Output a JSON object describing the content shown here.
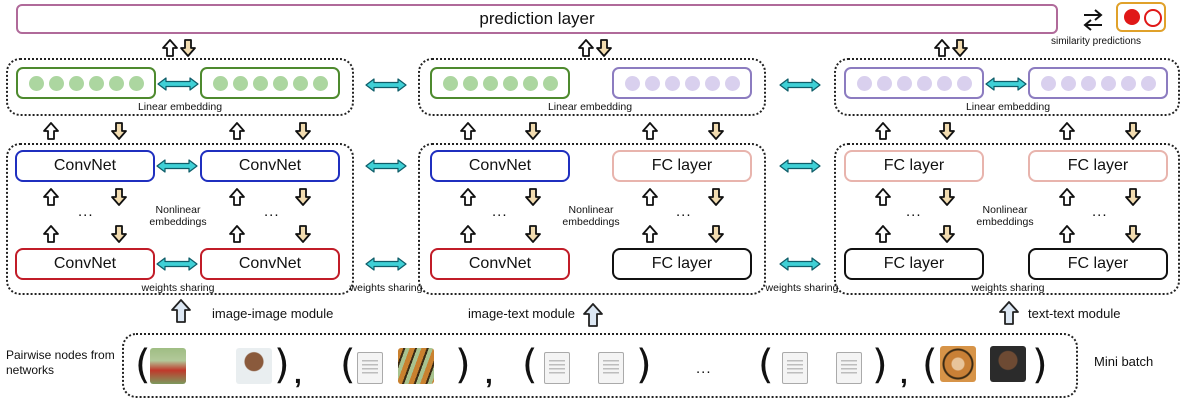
{
  "prediction_layer": "prediction layer",
  "similarity_predictions": "similarity predictions",
  "modules": {
    "left": {
      "embedding_label": "Linear embedding",
      "top_a": "ConvNet",
      "top_b": "ConvNet",
      "bottom_a": "ConvNet",
      "bottom_b": "ConvNet",
      "middle_label": "Nonlinear\nembeddings",
      "weights_label": "weights sharing",
      "module_label": "image-image module"
    },
    "middle": {
      "embedding_label": "Linear embedding",
      "top_a": "ConvNet",
      "top_b": "FC layer",
      "bottom_a": "ConvNet",
      "bottom_b": "FC layer",
      "middle_label": "Nonlinear\nembeddings",
      "module_label": "image-text module"
    },
    "right": {
      "embedding_label": "Linear embedding",
      "top_a": "FC layer",
      "top_b": "FC layer",
      "bottom_a": "FC layer",
      "bottom_b": "FC layer",
      "middle_label": "Nonlinear\nembeddings",
      "weights_label": "weights sharing",
      "module_label": "text-text module"
    }
  },
  "between_weights_left": "weights sharing",
  "between_weights_right": "weights sharing",
  "ellipsis": "...",
  "pairwise_label": "Pairwise nodes from\nnetworks",
  "mini_batch": "Mini batch",
  "colors": {
    "convnet_border": "#1f2fbf",
    "convnet_bottom_border": "#c11c28",
    "fc_top_border": "#e8b4ad",
    "linear_green_border": "#4e8a2e",
    "linear_purple_border": "#8c7cc0",
    "cyan_arrow": "#3fd0d6",
    "prediction_border": "#b06a9a",
    "similarity_red": "#e01818"
  }
}
